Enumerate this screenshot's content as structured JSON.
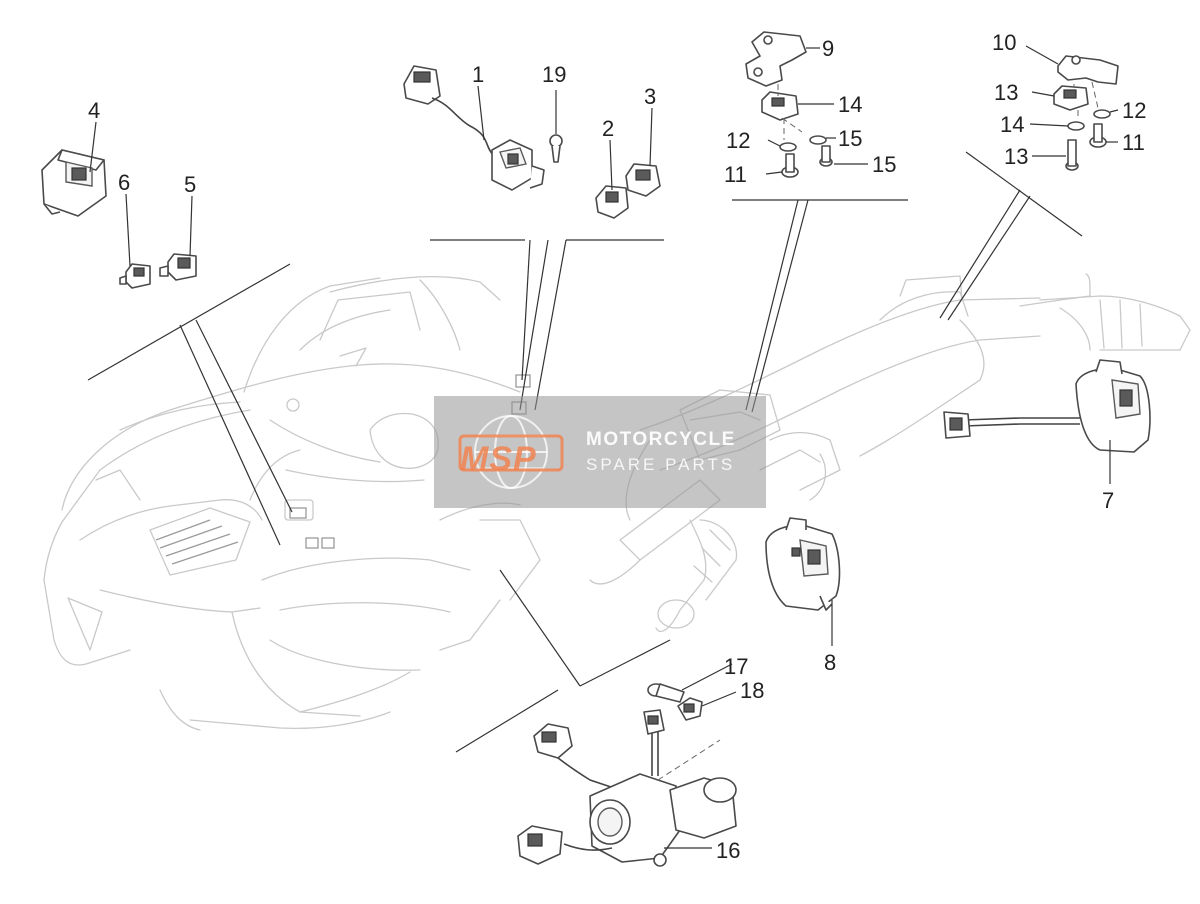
{
  "watermark": {
    "logo": "MSP",
    "line1": "MOTORCYCLE",
    "line2": "SPARE PARTS"
  },
  "callouts": [
    {
      "id": "c1",
      "label": "1"
    },
    {
      "id": "c2",
      "label": "2"
    },
    {
      "id": "c3",
      "label": "3"
    },
    {
      "id": "c4",
      "label": "4"
    },
    {
      "id": "c5",
      "label": "5"
    },
    {
      "id": "c6",
      "label": "6"
    },
    {
      "id": "c7",
      "label": "7"
    },
    {
      "id": "c8",
      "label": "8"
    },
    {
      "id": "c9",
      "label": "9"
    },
    {
      "id": "c10",
      "label": "10"
    },
    {
      "id": "c11a",
      "label": "11"
    },
    {
      "id": "c11b",
      "label": "11"
    },
    {
      "id": "c12a",
      "label": "12"
    },
    {
      "id": "c12b",
      "label": "12"
    },
    {
      "id": "c13a",
      "label": "13"
    },
    {
      "id": "c13b",
      "label": "13"
    },
    {
      "id": "c14a",
      "label": "14"
    },
    {
      "id": "c14b",
      "label": "14"
    },
    {
      "id": "c15a",
      "label": "15"
    },
    {
      "id": "c15b",
      "label": "15"
    },
    {
      "id": "c16",
      "label": "16"
    },
    {
      "id": "c17",
      "label": "17"
    },
    {
      "id": "c18",
      "label": "18"
    },
    {
      "id": "c19",
      "label": "19"
    }
  ],
  "colors": {
    "line": "#333333",
    "ghost": "#c9c9c9",
    "watermark_bg": "#969696",
    "watermark_logo": "#f08250"
  }
}
